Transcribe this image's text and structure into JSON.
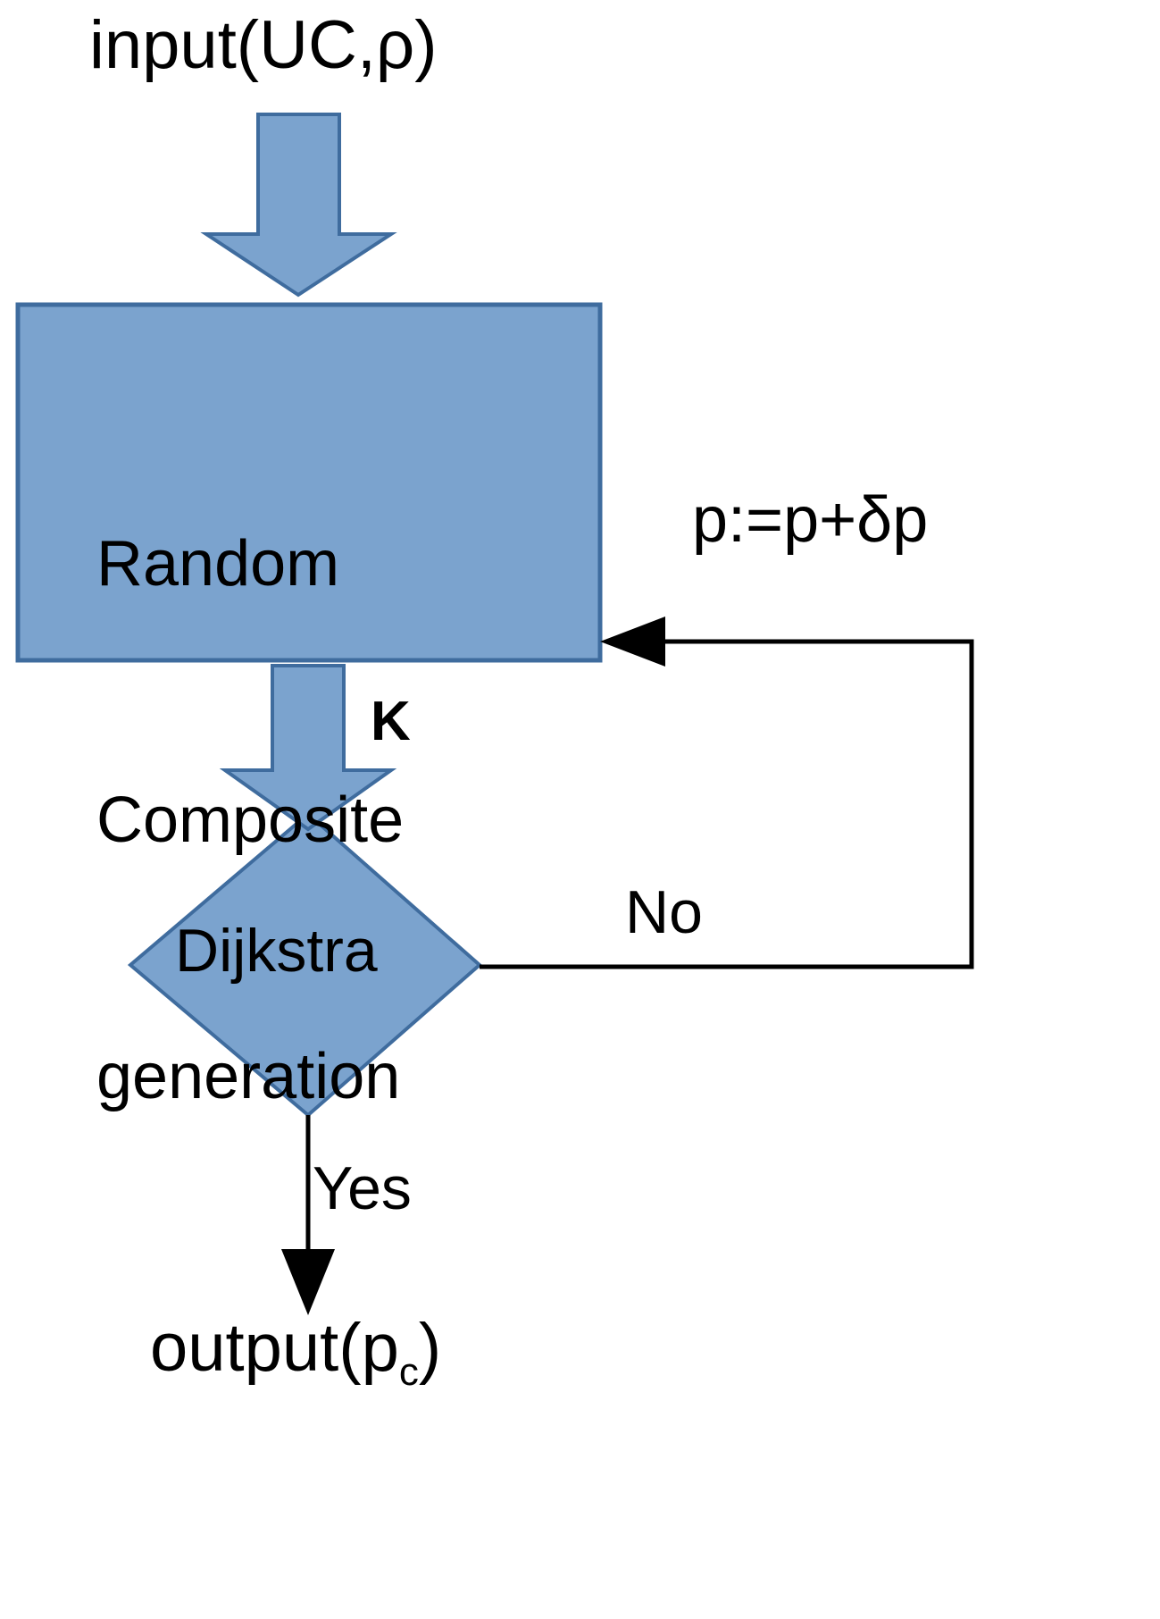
{
  "diagram": {
    "type": "flowchart",
    "title": "Random composite percolation threshold algorithm",
    "colors": {
      "shape_fill": "#7BA3CE",
      "shape_stroke": "#3F6C9E",
      "connector": "#000000",
      "text": "#000000",
      "background": "#FFFFFF"
    },
    "nodes": {
      "input": {
        "label": "input(UC,ρ)",
        "shape": "text"
      },
      "process": {
        "label_lines": [
          "Random",
          "Composite",
          "generation"
        ],
        "label": "Random Composite generation",
        "shape": "rectangle"
      },
      "decision": {
        "label": "Dijkstra",
        "shape": "diamond"
      },
      "output": {
        "label_prefix": "output(p",
        "label_sub": "c",
        "label_suffix": ")",
        "label": "output(p_c)",
        "shape": "text"
      }
    },
    "edges": {
      "input_to_process": {
        "label": "",
        "style": "block-arrow-down"
      },
      "process_to_decision": {
        "label": "K",
        "style": "block-arrow-down"
      },
      "decision_no": {
        "label": "No",
        "style": "line-right"
      },
      "feedback": {
        "label": "p:=p+δp",
        "style": "line-arrow-left"
      },
      "decision_yes": {
        "label": "Yes",
        "style": "line-arrow-down"
      }
    }
  }
}
